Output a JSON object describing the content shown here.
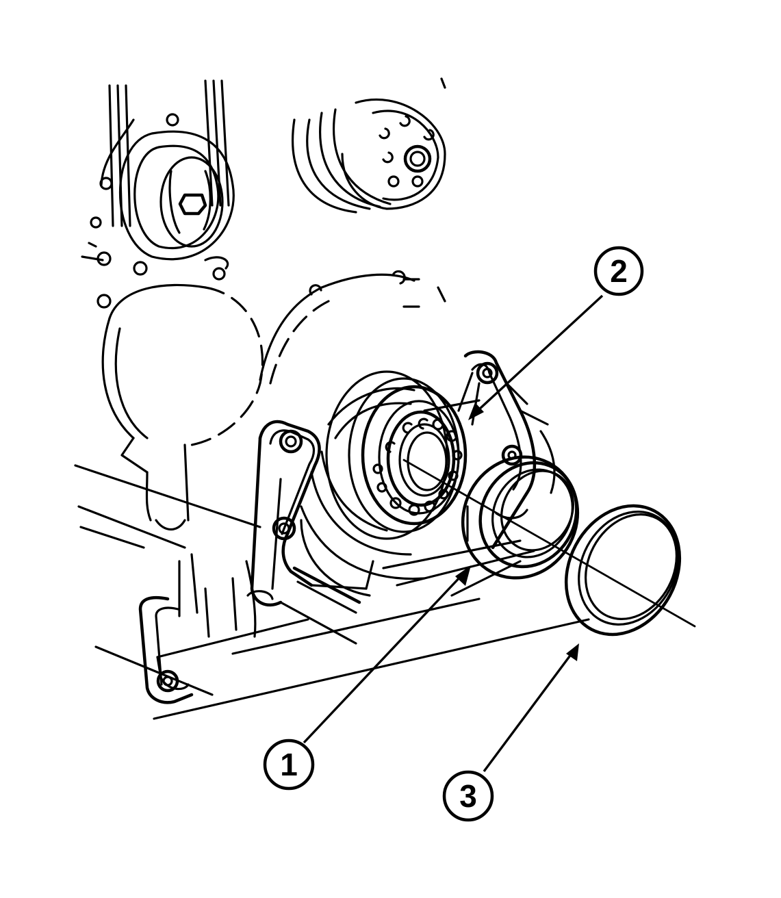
{
  "figure": {
    "callouts": [
      {
        "id": "callout-1",
        "label": "1"
      },
      {
        "id": "callout-2",
        "label": "2"
      },
      {
        "id": "callout-3",
        "label": "3"
      }
    ]
  }
}
